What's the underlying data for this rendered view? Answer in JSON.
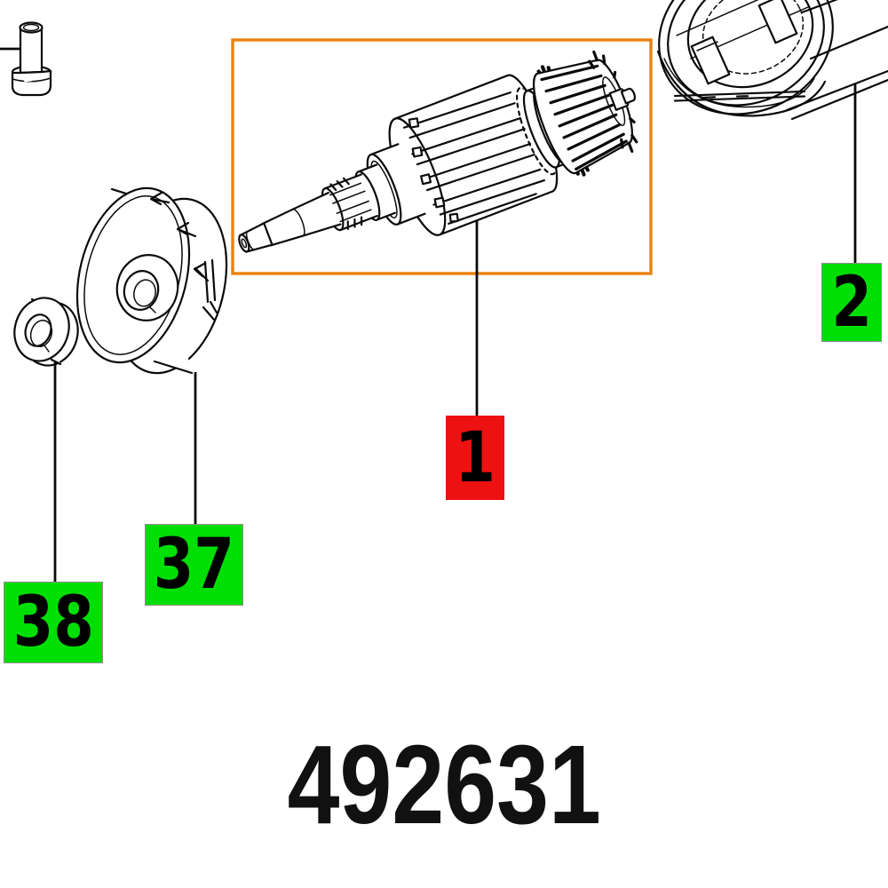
{
  "part_number": "492631",
  "colors": {
    "highlight_box": "#E8820E",
    "callout_red": "#EE1111",
    "callout_green": "#00DF05",
    "line_art": "#0A0A0A"
  },
  "callouts": {
    "armature": {
      "text": "1",
      "bg": "#EE1111"
    },
    "motor_housing": {
      "text": "2",
      "bg": "#00DF05"
    },
    "fan": {
      "text": "37",
      "bg": "#00DF05"
    },
    "washer": {
      "text": "38",
      "bg": "#00DF05"
    }
  }
}
